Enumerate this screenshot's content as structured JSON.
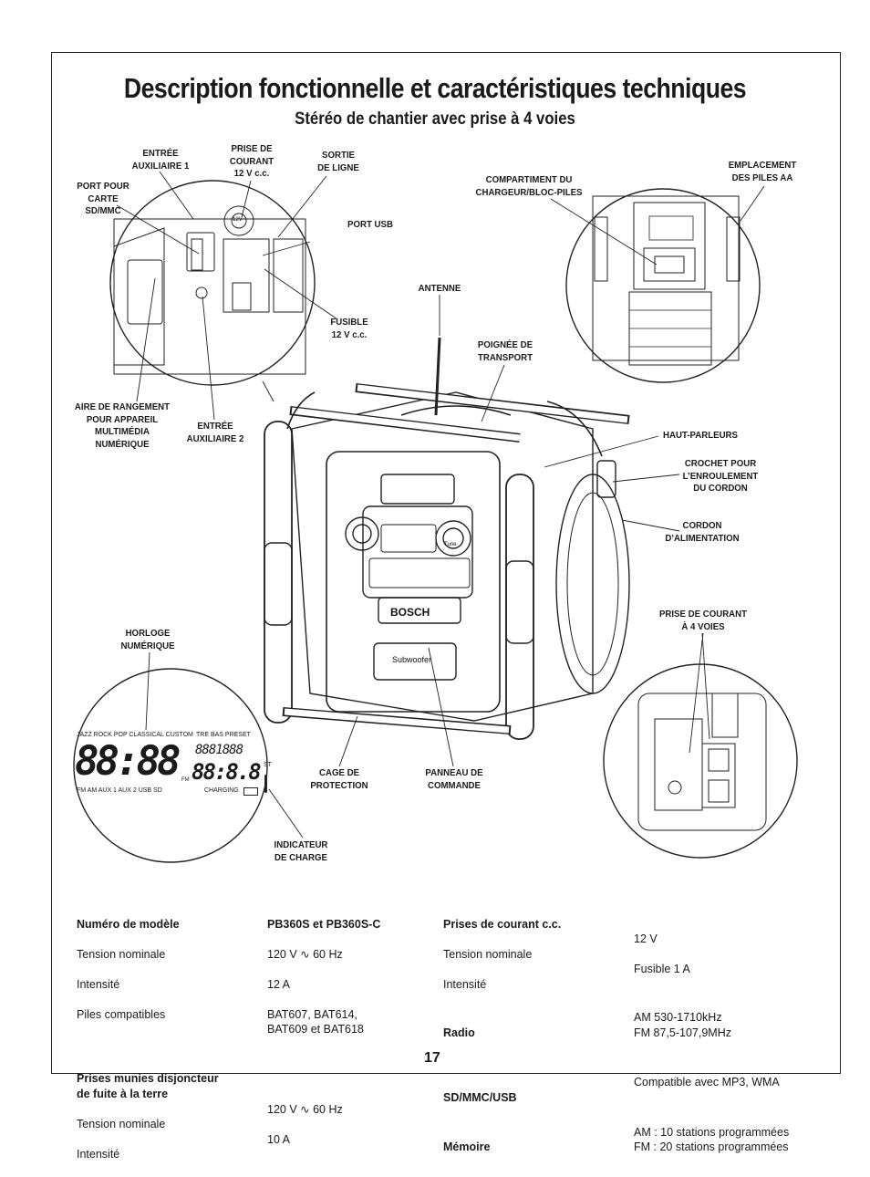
{
  "page": {
    "title": "Description fonctionnelle et caractéristiques techniques",
    "subtitle": "Stéréo de chantier avec prise à 4 voies",
    "page_number": "17"
  },
  "callouts": {
    "entree_aux1": "ENTRÉE\nAUXILIAIRE 1",
    "prise_courant_12v": "PRISE DE\nCOURANT\n12 V c.c.",
    "sortie_ligne": "SORTIE\nDE LIGNE",
    "port_carte": "PORT POUR\nCARTE\nSD/MMC",
    "port_usb": "PORT USB",
    "fusible": "FUSIBLE\n12 V c.c.",
    "aire_rangement": "AIRE DE RANGEMENT\nPOUR APPAREIL\nMULTIMÉDIA\nNUMÉRIQUE",
    "entree_aux2": "ENTRÉE\nAUXILIAIRE 2",
    "compartiment": "COMPARTIMENT DU\nCHARGEUR/BLOC-PILES",
    "piles_aa": "EMPLACEMENT\nDES PILES AA",
    "antenne": "ANTENNE",
    "poignee": "POIGNÉE DE\nTRANSPORT",
    "haut_parleurs": "HAUT-PARLEURS",
    "crochet": "CROCHET POUR\nL’ENROULEMENT\nDU CORDON",
    "cordon": "CORDON\nD’ALIMENTATION",
    "prise_4_voies": "PRISE DE COURANT\nÀ 4 VOIES",
    "horloge": "HORLOGE\nNUMÉRIQUE",
    "cage": "CAGE DE\nPROTECTION",
    "panneau": "PANNEAU DE\nCOMMANDE",
    "indicateur": "INDICATEUR\nDE CHARGE"
  },
  "display": {
    "modes_top": "JAZZ ROCK POP CLASSICAL CUSTOM",
    "tre_bas_preset": "TRE  BAS   PRESET",
    "clock": "88:88",
    "small_digits": "8881888",
    "freq": "88:8.8",
    "fm": "FM",
    "st": "ST",
    "sources": "FM AM AUX 1 AUX 2 USB SD",
    "charging": "CHARGING"
  },
  "device": {
    "brand": "BOSCH",
    "subwoofer": "Subwoofer",
    "tune": "Tune",
    "port_12v": "12V"
  },
  "specs": {
    "col1": {
      "model_label": "Numéro de modèle",
      "tension_label": "Tension nominale",
      "intensite_label": "Intensité",
      "piles_label": "Piles compatibles",
      "gfci_label": "Prises munies disjoncteur\nde fuite à la terre",
      "tension2_label": "Tension nominale",
      "intensite2_label": "Intensité"
    },
    "col2": {
      "model": "PB360S et PB360S-C",
      "tension": "120 V  ∿  60 Hz",
      "intensite": "12 A",
      "piles": "BAT607, BAT614,\nBAT609 et BAT618",
      "tension2": "120 V  ∿  60 Hz",
      "intensite2": "10 A"
    },
    "col3": {
      "dc_label": "Prises de courant c.c.",
      "tension_label": "Tension nominale",
      "intensite_label": "Intensité",
      "radio_label": "Radio",
      "sd_label": "SD/MMC/USB",
      "memoire_label": "Mémoire"
    },
    "col4": {
      "tension": "12 V",
      "intensite": "Fusible 1 A",
      "radio": "AM 530-1710kHz\nFM 87,5-107,9MHz",
      "sd": "Compatible avec MP3, WMA",
      "memoire": "AM : 10 stations programmées\nFM :  20 stations programmées"
    }
  }
}
